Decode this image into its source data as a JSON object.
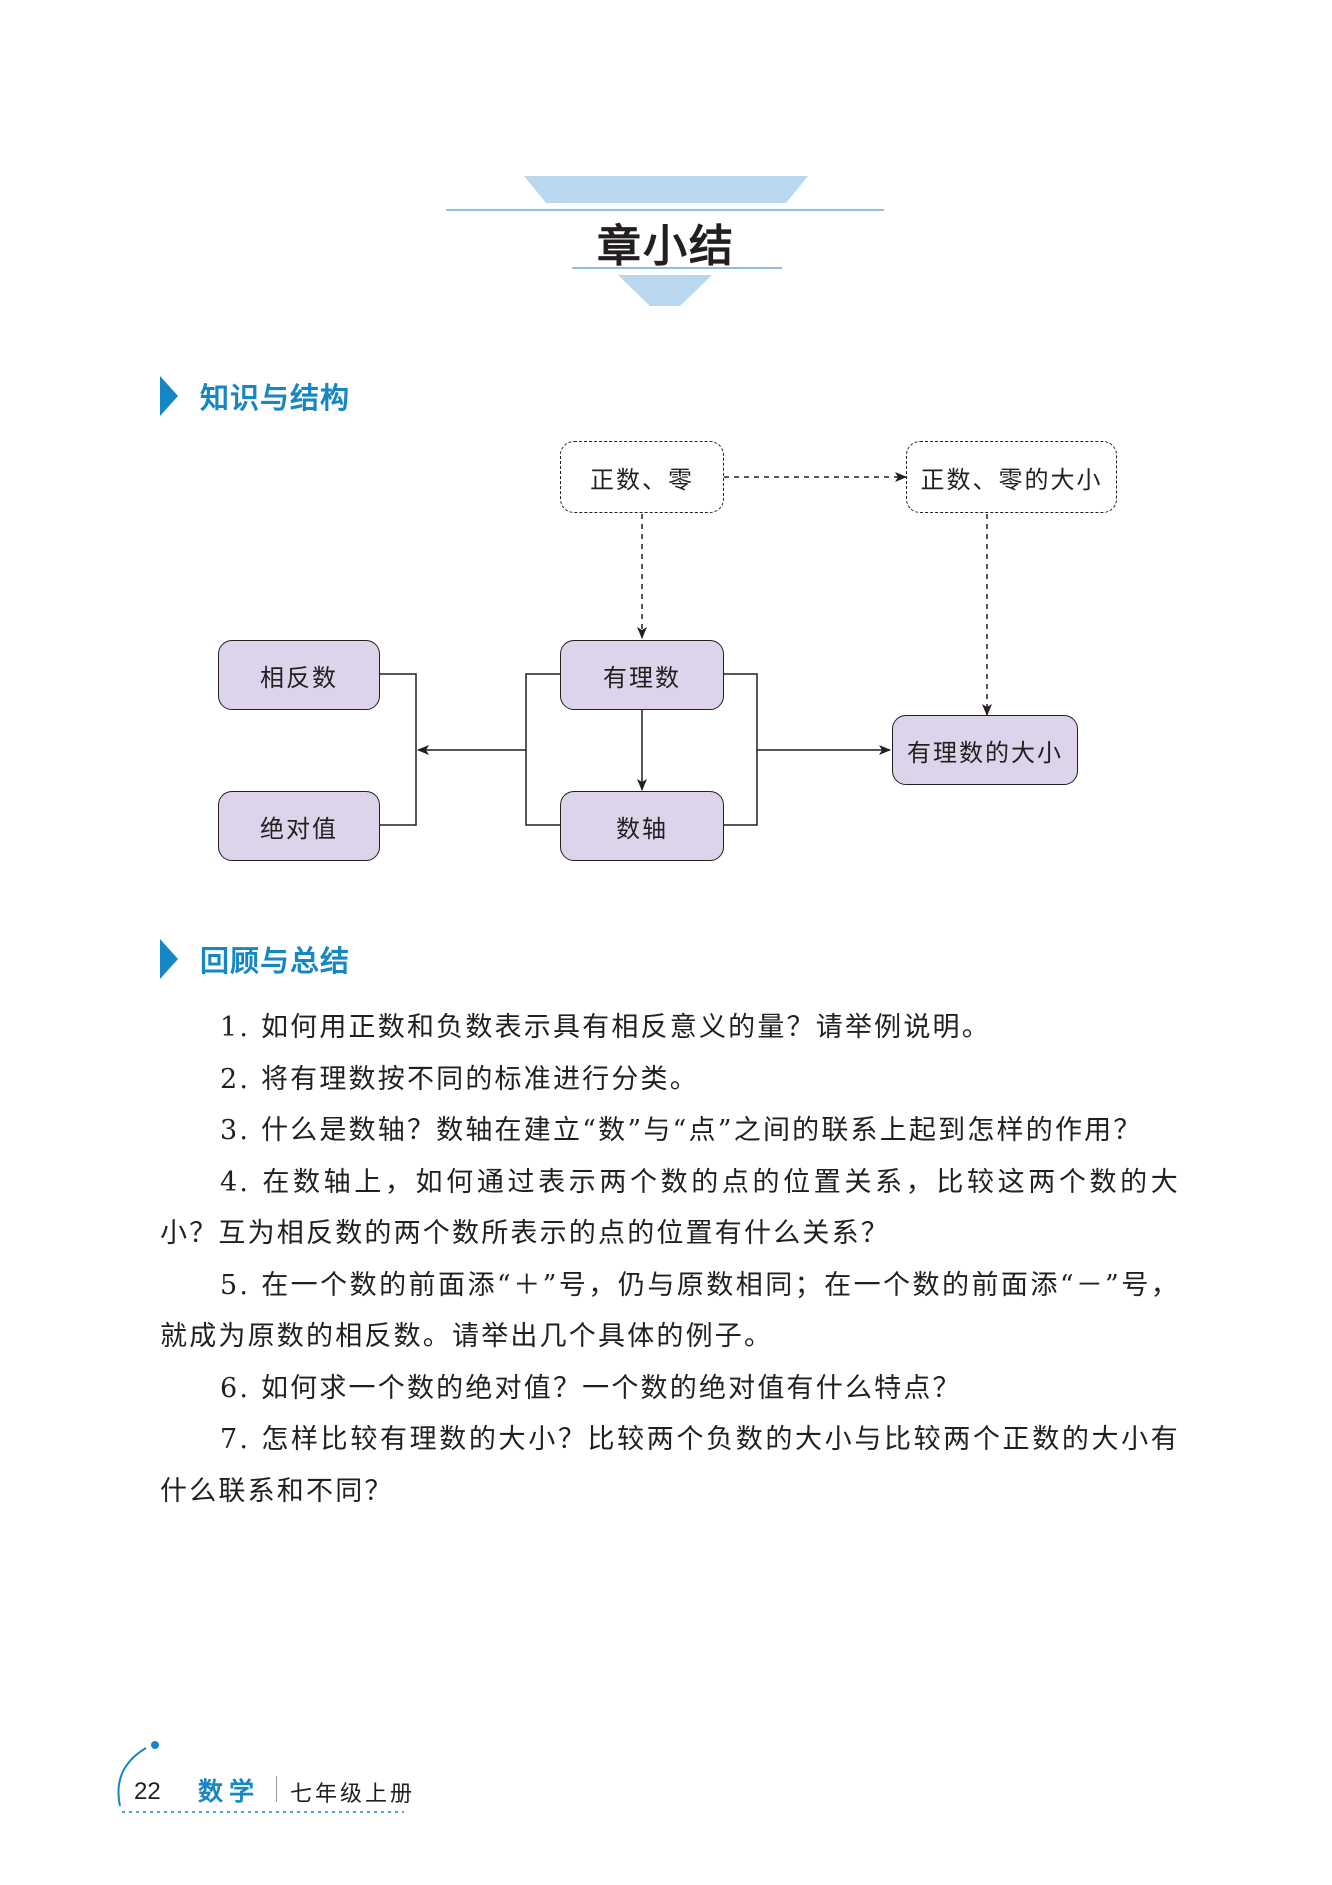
{
  "chapter": {
    "title": "章小结"
  },
  "sections": {
    "knowledge": {
      "heading": "知识与结构"
    },
    "review": {
      "heading": "回顾与总结"
    }
  },
  "diagram": {
    "nodes": {
      "positive_zero": "正数、零",
      "positive_zero_size": "正数、零的大小",
      "opposite_number": "相反数",
      "absolute_value": "绝对值",
      "rational_number": "有理数",
      "number_line": "数轴",
      "rational_size": "有理数的大小"
    }
  },
  "questions": [
    "1. 如何用正数和负数表示具有相反意义的量？请举例说明。",
    "2. 将有理数按不同的标准进行分类。",
    "3. 什么是数轴？数轴在建立“数”与“点”之间的联系上起到怎样的作用？",
    "4. 在数轴上，如何通过表示两个数的点的位置关系，比较这两个数的大小？互为相反数的两个数所表示的点的位置有什么关系？",
    "5. 在一个数的前面添“＋”号，仍与原数相同；在一个数的前面添“－”号，就成为原数的相反数。请举出几个具体的例子。",
    "6. 如何求一个数的绝对值？一个数的绝对值有什么特点？",
    "7. 怎样比较有理数的大小？比较两个负数的大小与比较两个正数的大小有什么联系和不同？"
  ],
  "footer": {
    "page_number": "22",
    "subject": "数学",
    "volume": "七年级上册"
  },
  "colors": {
    "accent_blue": "#1686c5",
    "banner_blue": "#b9d7ef",
    "node_fill": "#ddd3ea"
  }
}
